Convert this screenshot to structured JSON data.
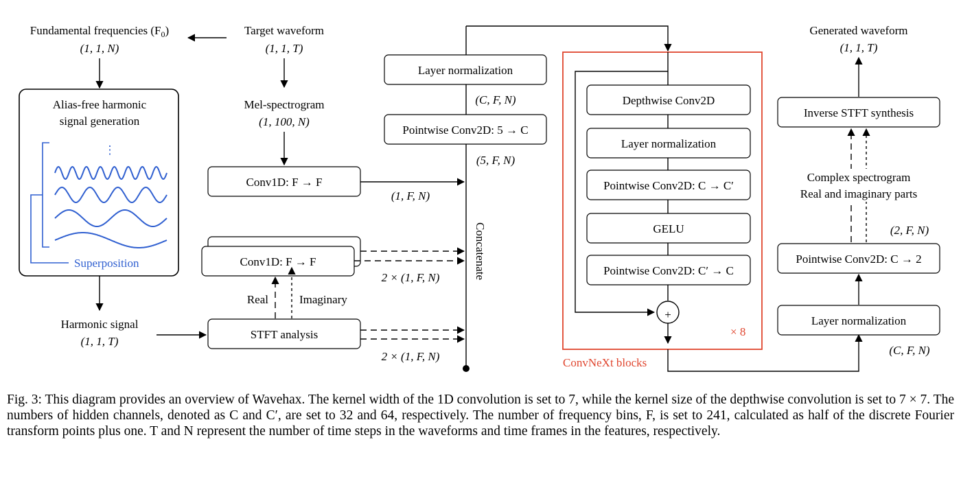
{
  "left": {
    "f0_title": "Fundamental frequencies (F",
    "f0_sub": "0",
    "f0_close": ")",
    "f0_shape": "(1, 1, N)",
    "target_title": "Target waveform",
    "target_shape": "(1, 1, T)",
    "alias_line1": "Alias-free harmonic",
    "alias_line2": "signal generation",
    "dots": "⋮",
    "superposition": "Superposition",
    "harmonic_title": "Harmonic signal",
    "harmonic_shape": "(1, 1, T)",
    "mel_title": "Mel-spectrogram",
    "mel_shape": "(1, 100, N)",
    "conv1d_top": "Conv1D: F → F",
    "conv1d_top_out": "(1, F, N)",
    "conv1d_bottom": "Conv1D: F → F",
    "conv1d_bottom_out": "2 × (1, F, N)",
    "real": "Real",
    "imaginary": "Imaginary",
    "stft": "STFT analysis",
    "stft_out": "2 × (1, F, N)",
    "concatenate": "Concatenate"
  },
  "middle": {
    "layernorm": "Layer normalization",
    "layernorm_shape": "(C, F, N)",
    "pointwise": "Pointwise Conv2D: 5 → C",
    "pointwise_shape": "(5, F, N)"
  },
  "convnext": {
    "depthwise": "Depthwise Conv2D",
    "layernorm": "Layer normalization",
    "pw1": "Pointwise Conv2D: C → C′",
    "gelu": "GELU",
    "pw2": "Pointwise Conv2D: C′ → C",
    "plus": "+",
    "repeat": "× 8",
    "label": "ConvNeXt blocks",
    "color": "#e0452e"
  },
  "right": {
    "generated_title": "Generated waveform",
    "generated_shape": "(1, 1, T)",
    "istft": "Inverse STFT synthesis",
    "complex_line1": "Complex spectrogram",
    "complex_line2": "Real and imaginary parts",
    "pw_shape": "(2, F, N)",
    "pw": "Pointwise Conv2D: C → 2",
    "layernorm": "Layer normalization",
    "layernorm_shape": "(C, F, N)"
  },
  "colors": {
    "accent_blue": "#2f5fd0",
    "accent_red": "#e0452e"
  },
  "caption": "Fig. 3: This diagram provides an overview of Wavehax. The kernel width of the 1D convolution is set to 7, while the kernel size of the depthwise convolution is set to 7 × 7. The numbers of hidden channels, denoted as C and C′, are set to 32 and 64, respectively. The number of frequency bins, F, is set to 241, calculated as half of the discrete Fourier transform points plus one. T and N represent the number of time steps in the waveforms and time frames in the features, respectively."
}
